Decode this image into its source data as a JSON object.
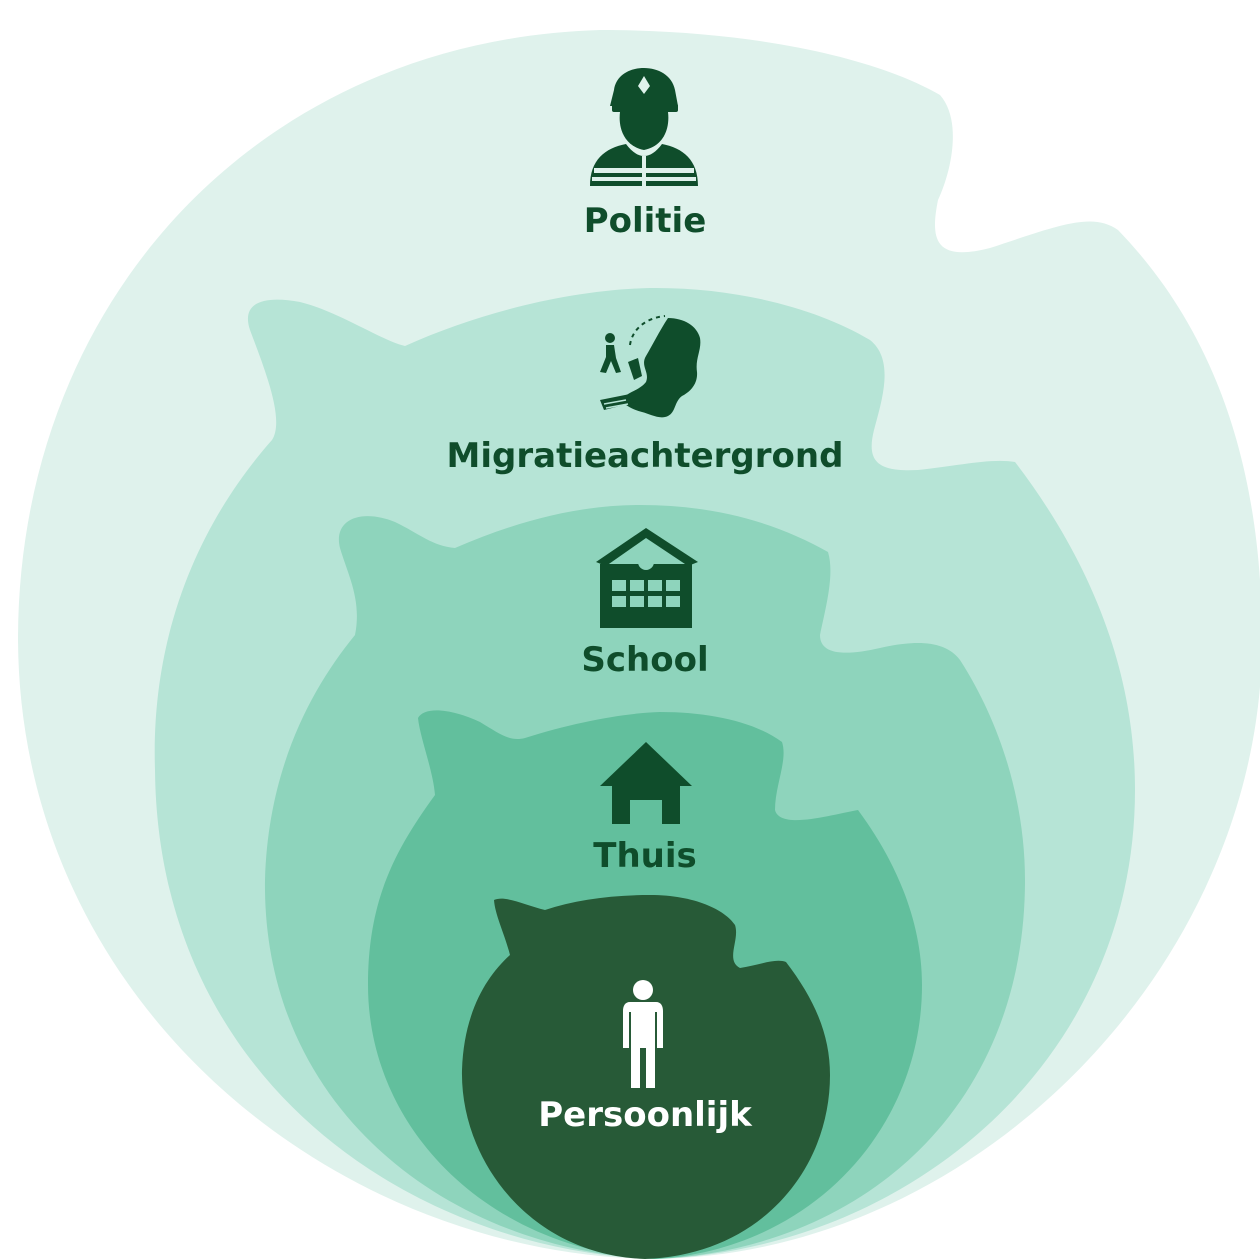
{
  "layers": [
    {
      "id": "politie",
      "label": "Politie",
      "icon": "police-officer-icon",
      "fill": "#dff2ec",
      "text_color": "#0f4d2b"
    },
    {
      "id": "migratie",
      "label": "Migratieachtergrond",
      "icon": "migration-netherlands-map-icon",
      "fill": "#b6e4d6",
      "text_color": "#0f4d2b"
    },
    {
      "id": "school",
      "label": "School",
      "icon": "school-building-icon",
      "fill": "#8ed4bc",
      "text_color": "#0f4d2b"
    },
    {
      "id": "thuis",
      "label": "Thuis",
      "icon": "house-icon",
      "fill": "#62bf9d",
      "text_color": "#0f4d2b"
    },
    {
      "id": "persoonlijk",
      "label": "Persoonlijk",
      "icon": "person-icon",
      "fill": "#275a37",
      "text_color": "#ffffff"
    }
  ]
}
